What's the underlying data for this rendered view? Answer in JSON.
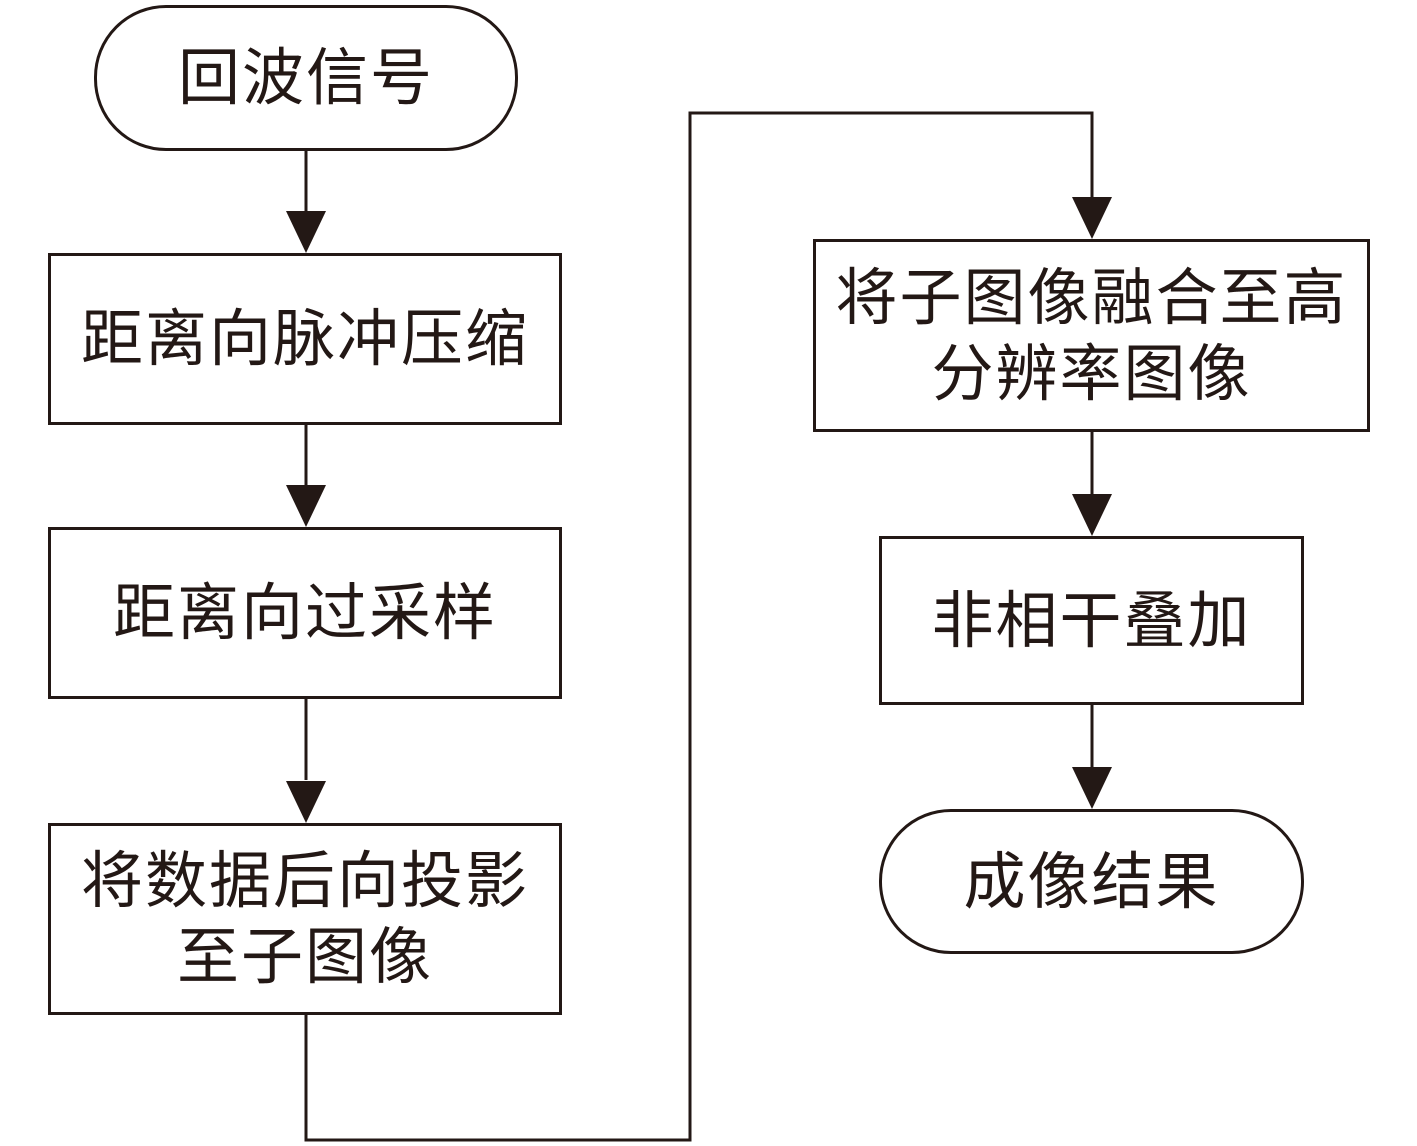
{
  "colors": {
    "stroke": "#231815",
    "text": "#231815",
    "background": "#ffffff"
  },
  "steps": {
    "start": "回波信号",
    "range_compression": "距离向脉冲压缩",
    "range_oversampling": "距离向过采样",
    "backprojection": "将数据后向投影\n至子图像",
    "fusion": "将子图像融合至高\n分辨率图像",
    "incoherent_sum": "非相干叠加",
    "end": "成像结果"
  }
}
